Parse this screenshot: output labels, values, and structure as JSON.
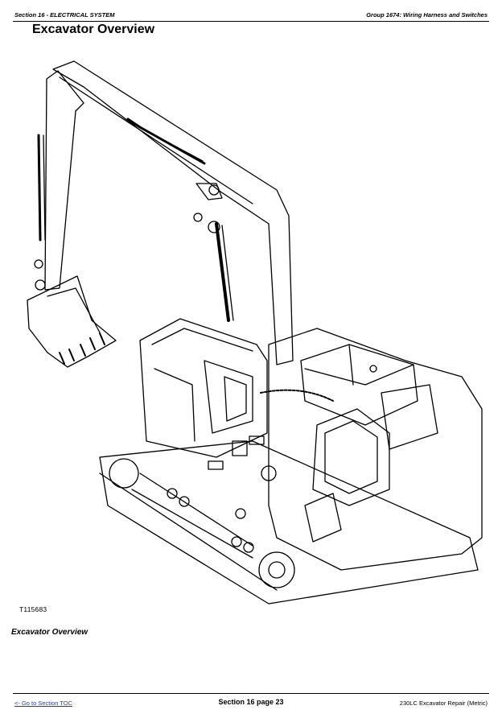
{
  "header": {
    "section": "Section 16 - ELECTRICAL SYSTEM",
    "group": "Group 1674: Wiring Harness and Switches"
  },
  "title": "Excavator Overview",
  "figure": {
    "id": "T115683",
    "caption": "Excavator Overview",
    "stroke_color": "#000000"
  },
  "footer": {
    "toc_link": "<- Go to Section TOC",
    "page": "Section 16 page 23",
    "book": "230LC Excavator Repair (Metric)"
  }
}
